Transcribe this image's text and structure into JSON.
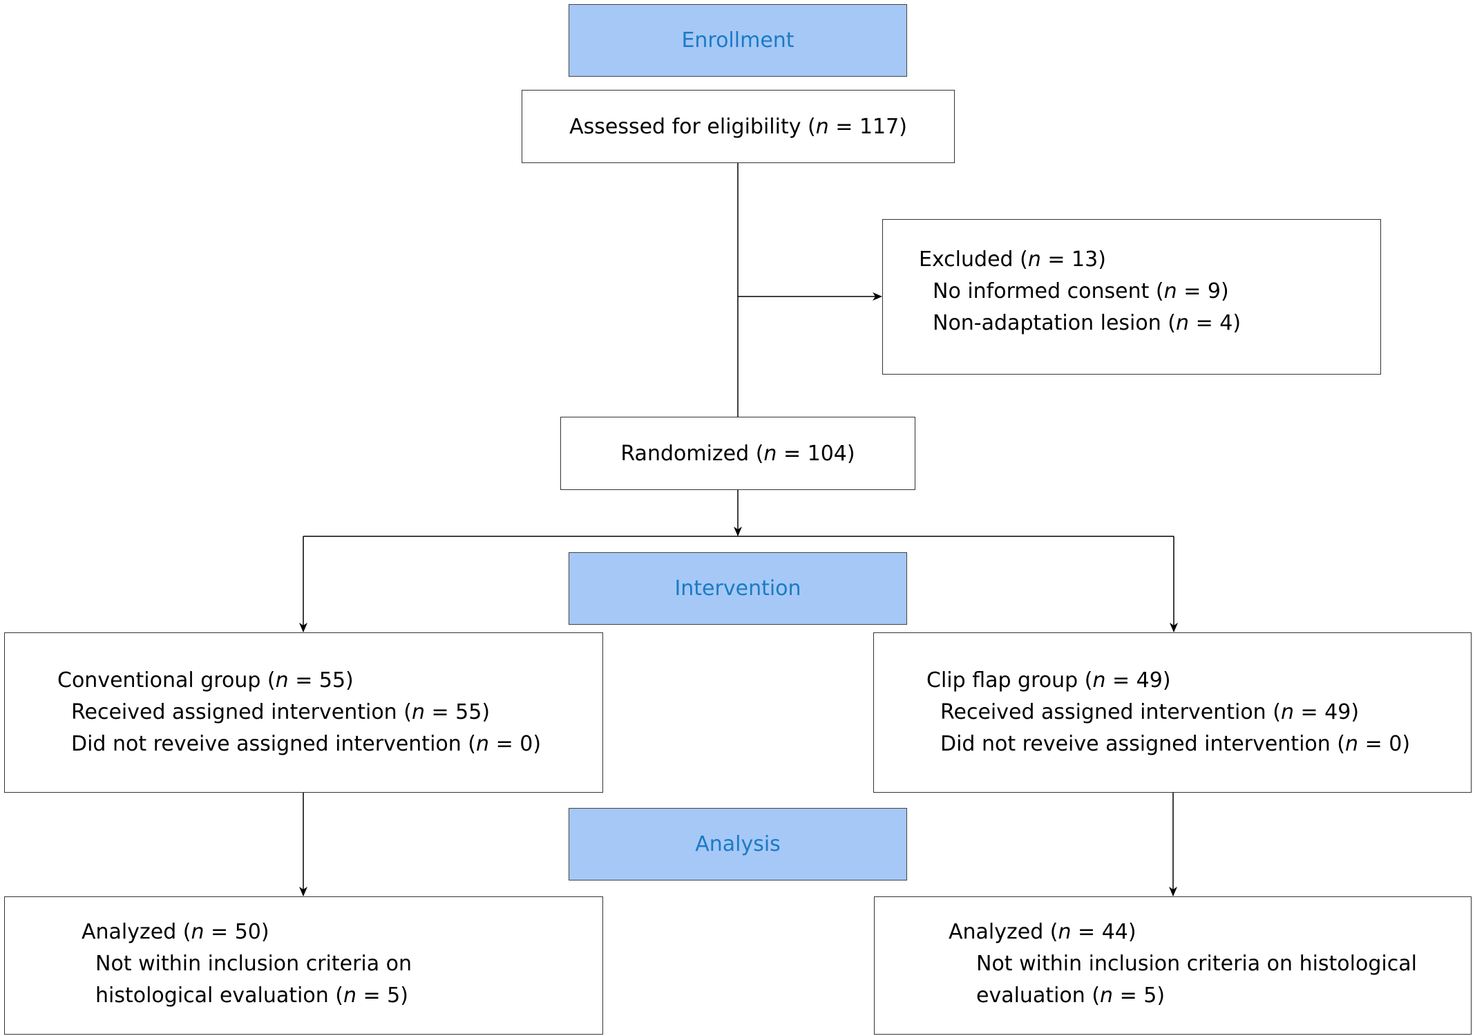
{
  "stages": {
    "enrollment": "Enrollment",
    "intervention": "Intervention",
    "analysis": "Analysis"
  },
  "n_symbol": "n",
  "assessed": {
    "label": "Assessed for eligibility (",
    "count": " = 117)"
  },
  "excluded": {
    "label": "Excluded (",
    "count": " = 13)",
    "reasons": [
      {
        "label": "No informed consent (",
        "count": " = 9)"
      },
      {
        "label": "Non-adaptation lesion (",
        "count": " = 4)"
      }
    ]
  },
  "randomized": {
    "label": "Randomized (",
    "count": " = 104)"
  },
  "conventional": {
    "title": {
      "label": "Conventional group (",
      "count": " = 55)"
    },
    "received": {
      "label": "Received assigned intervention (",
      "count": " = 55)"
    },
    "not_received": {
      "label": "Did not reveive assigned intervention (",
      "count": " = 0)"
    }
  },
  "clip_flap": {
    "title": {
      "label": "Clip flap group (",
      "count": " = 49)"
    },
    "received": {
      "label": "Received assigned intervention (",
      "count": " = 49)"
    },
    "not_received": {
      "label": "Did not reveive assigned intervention (",
      "count": " = 0)"
    }
  },
  "analyzed_conventional": {
    "title": {
      "label": "Analyzed (",
      "count": " = 50)"
    },
    "excluded": {
      "label": "Not within inclusion criteria on histological evaluation (",
      "count": " = 5)"
    }
  },
  "analyzed_clip": {
    "title": {
      "label": "Analyzed (",
      "count": " = 44)"
    },
    "excluded": {
      "label": "Not within inclusion criteria on histological evaluation (",
      "count": " = 5)"
    }
  }
}
